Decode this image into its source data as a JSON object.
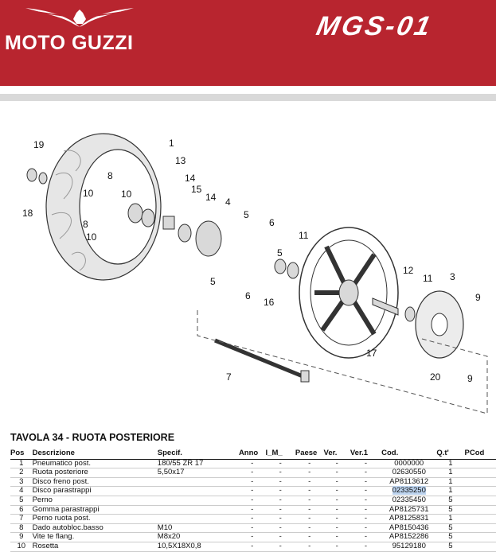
{
  "header": {
    "brand": "MOTO GUZZI",
    "model": "MGS-01",
    "brand_color": "#b8252f"
  },
  "diagram": {
    "callouts": [
      "1",
      "13",
      "14",
      "15",
      "14",
      "4",
      "5",
      "6",
      "11",
      "19",
      "18",
      "8",
      "10",
      "10",
      "8",
      "10",
      "5",
      "5",
      "6",
      "16",
      "12",
      "11",
      "3",
      "9",
      "9",
      "17",
      "7",
      "20"
    ]
  },
  "section": {
    "title": "TAVOLA 34 - RUOTA POSTERIORE"
  },
  "table": {
    "headers": [
      "Pos",
      "Descrizione",
      "Specif.",
      "Anno",
      "I_M_",
      "Paese",
      "Ver.",
      "Ver.1",
      "Cod.",
      "Q.t'",
      "PCod"
    ],
    "rows": [
      {
        "pos": "1",
        "desc": "Pneumatico post.",
        "spec": "180/55 ZR 17",
        "anno": "-",
        "im": "-",
        "paese": "-",
        "ver": "-",
        "ver1": "-",
        "cod": "0000000",
        "qt": "1"
      },
      {
        "pos": "2",
        "desc": "Ruota posteriore",
        "spec": "5,50x17",
        "anno": "-",
        "im": "-",
        "paese": "-",
        "ver": "-",
        "ver1": "-",
        "cod": "02630550",
        "qt": "1"
      },
      {
        "pos": "3",
        "desc": "Disco freno post.",
        "spec": "",
        "anno": "-",
        "im": "-",
        "paese": "-",
        "ver": "-",
        "ver1": "-",
        "cod": "AP8113612",
        "qt": "1"
      },
      {
        "pos": "4",
        "desc": "Disco parastrappi",
        "spec": "",
        "anno": "-",
        "im": "-",
        "paese": "-",
        "ver": "-",
        "ver1": "-",
        "cod": "02335250",
        "qt": "1"
      },
      {
        "pos": "5",
        "desc": "Perno",
        "spec": "",
        "anno": "-",
        "im": "-",
        "paese": "-",
        "ver": "-",
        "ver1": "-",
        "cod": "02335450",
        "qt": "5"
      },
      {
        "pos": "6",
        "desc": "Gomma parastrappi",
        "spec": "",
        "anno": "-",
        "im": "-",
        "paese": "-",
        "ver": "-",
        "ver1": "-",
        "cod": "AP8125731",
        "qt": "5"
      },
      {
        "pos": "7",
        "desc": "Perno ruota post.",
        "spec": "",
        "anno": "-",
        "im": "-",
        "paese": "-",
        "ver": "-",
        "ver1": "-",
        "cod": "AP8125831",
        "qt": "1"
      },
      {
        "pos": "8",
        "desc": "Dado autobloc.basso",
        "spec": "M10",
        "anno": "-",
        "im": "-",
        "paese": "-",
        "ver": "-",
        "ver1": "-",
        "cod": "AP8150436",
        "qt": "5"
      },
      {
        "pos": "9",
        "desc": "Vite te flang.",
        "spec": "M8x20",
        "anno": "-",
        "im": "-",
        "paese": "-",
        "ver": "-",
        "ver1": "-",
        "cod": "AP8152286",
        "qt": "5"
      },
      {
        "pos": "10",
        "desc": "Rosetta",
        "spec": "10,5X18X0,8",
        "anno": "-",
        "im": "-",
        "paese": "-",
        "ver": "-",
        "ver1": "-",
        "cod": "95129180",
        "qt": "5"
      }
    ]
  }
}
